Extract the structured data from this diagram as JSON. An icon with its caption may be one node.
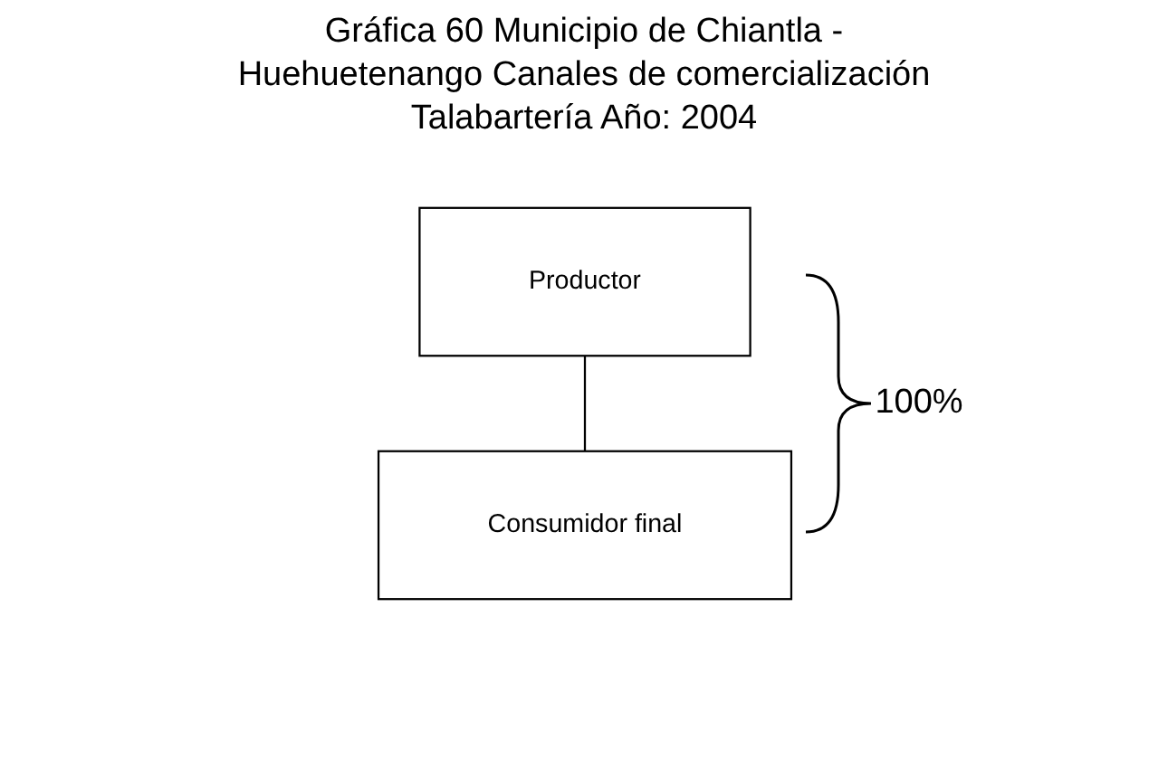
{
  "diagram": {
    "title": "Gráfica 60 Municipio de Chiantla - Huehuetenango Canales de comercialización Talabartería Año: 2004",
    "nodes": [
      {
        "text": [
          "Productor"
        ]
      },
      {
        "text": [
          "Consumidor final"
        ]
      }
    ],
    "edges": [
      {
        "from": 0,
        "to": 1,
        "arrow": "none"
      }
    ],
    "labels": [
      "100%"
    ]
  }
}
